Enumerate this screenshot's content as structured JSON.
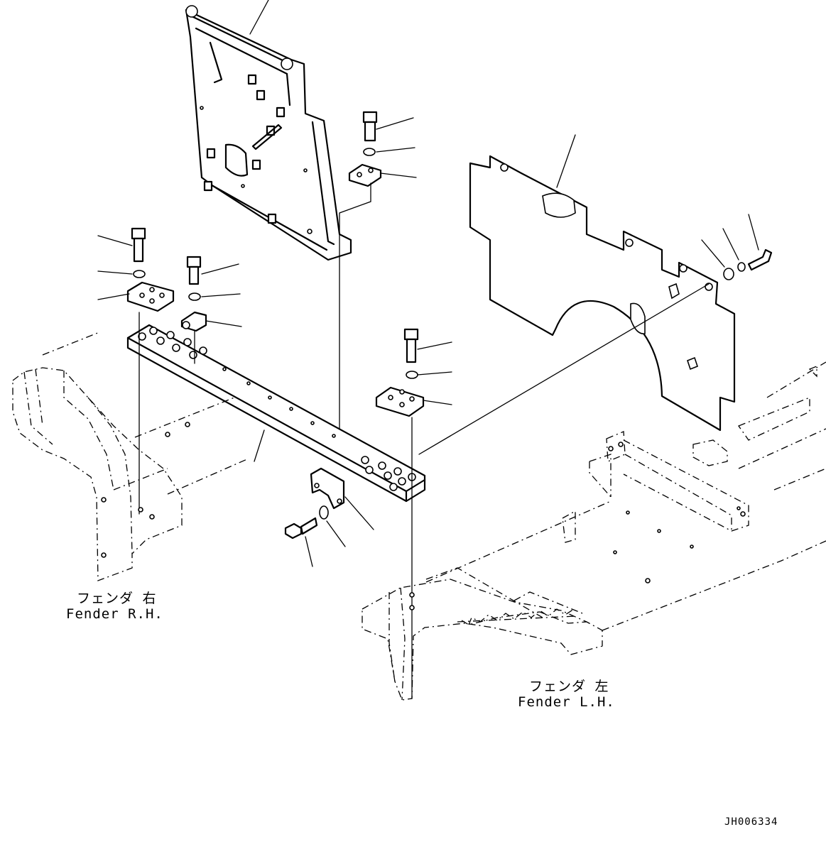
{
  "labels": {
    "fender_rh_jp": "フェンダ 右",
    "fender_rh_en": "Fender R.H.",
    "fender_lh_jp": "フェンダ 左",
    "fender_lh_en": "Fender L.H."
  },
  "drawing_code": "JH006334"
}
